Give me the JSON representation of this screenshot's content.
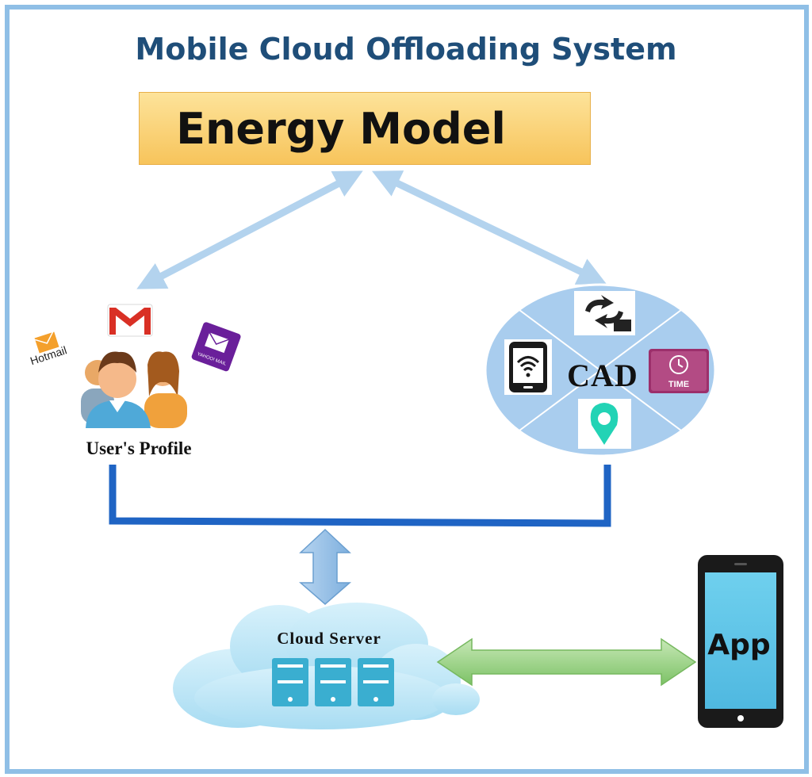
{
  "title": "Mobile Cloud Offloading System",
  "energy_model": {
    "label": "Energy Model"
  },
  "user_profile": {
    "label": "User's Profile",
    "icons": [
      "gmail-icon",
      "hotmail-icon",
      "yahoo-mail-icon",
      "users-group-icon"
    ],
    "hotmail_label": "Hotmail",
    "yahoo_label": "YAHOO! MAIL"
  },
  "cad": {
    "label": "CAD",
    "icons": [
      "sync-folder-icon",
      "wifi-phone-icon",
      "time-clock-icon",
      "location-pin-icon"
    ],
    "time_label": "TIME"
  },
  "cloud": {
    "label": "Cloud Server",
    "icons": [
      "server-icon",
      "server-icon",
      "server-icon"
    ]
  },
  "app": {
    "label": "App"
  },
  "colors": {
    "title": "#1f4e79",
    "frame": "#8fbfe6",
    "energy_box": "#f7c45b",
    "light_arrow": "#b3d3ee",
    "blue_line": "#1f64c4",
    "cad_ellipse": "#a9cdee",
    "cloud": "#bfe6f7",
    "green_arrow": "#8fce7a",
    "phone_screen": "#5ec5e8"
  }
}
